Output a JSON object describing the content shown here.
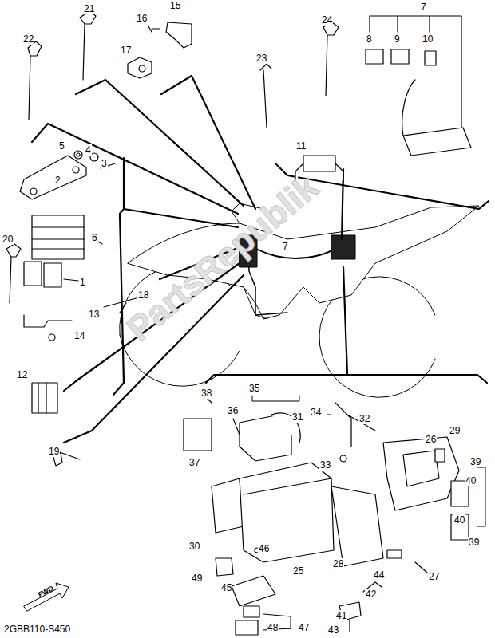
{
  "diagram": {
    "labels": [
      "21",
      "15",
      "16",
      "17",
      "22",
      "23",
      "24",
      "7",
      "8",
      "9",
      "10",
      "11",
      "5",
      "4",
      "3",
      "2",
      "6",
      "20",
      "1",
      "7",
      "13",
      "14",
      "18",
      "12",
      "35",
      "38",
      "36",
      "31",
      "34",
      "32",
      "26",
      "29",
      "39",
      "40",
      "33",
      "37",
      "19",
      "40",
      "39",
      "30",
      "46",
      "25",
      "28",
      "49",
      "45",
      "44",
      "27",
      "42",
      "41",
      "48",
      "47",
      "43",
      "FWD",
      "2GBB110-S450",
      "PartsRepublik"
    ]
  }
}
